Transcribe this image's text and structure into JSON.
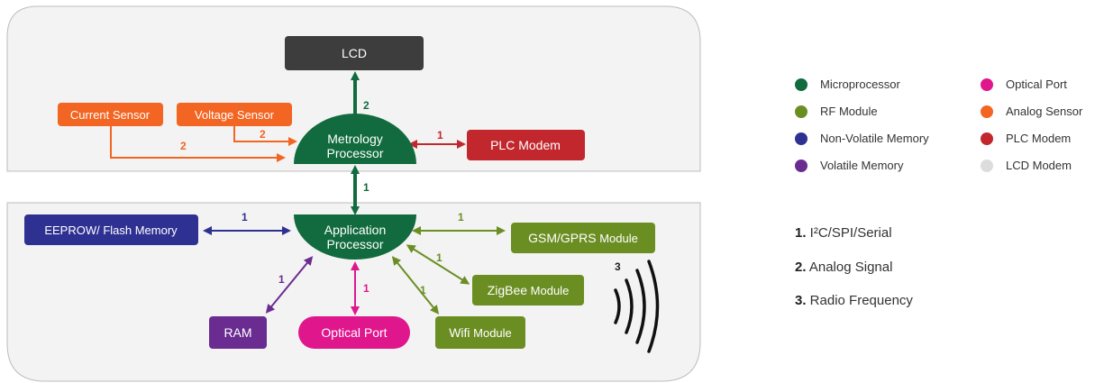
{
  "colors": {
    "microprocessor": "#116b3e",
    "rf": "#6b8e23",
    "nvm": "#2e3192",
    "volatile": "#6a2c91",
    "optical": "#e0168c",
    "analog": "#f26522",
    "plc": "#c1272d",
    "lcd": "#dcdcdc",
    "lcd_box": "#3d3d3d",
    "panel_fill": "#f3f3f3",
    "panel_stroke": "#bdbdbd"
  },
  "blocks": {
    "lcd": "LCD",
    "current_sensor": "Current Sensor",
    "voltage_sensor": "Voltage Sensor",
    "metrology_line1": "Metrology",
    "metrology_line2": "Processor",
    "plc_modem": "PLC Modem",
    "eeprom": "EEPROW/ Flash Memory",
    "app_line1": "Application",
    "app_line2": "Processor",
    "gsm_a": "GSM/GPRS",
    "gsm_b": " Module",
    "zigbee_a": "ZigBee",
    "zigbee_b": " Module",
    "wifi_a": "Wifi",
    "wifi_b": " Module",
    "ram": "RAM",
    "optical_port": "Optical Port"
  },
  "link_labels": {
    "lcd_link": "2",
    "current_link": "2",
    "voltage_link": "2",
    "plc_link": "1",
    "bus_link": "1",
    "eeprom_link": "1",
    "gsm_link": "1",
    "zigbee_link": "1",
    "wifi_link": "1",
    "ram_link": "1",
    "optical_link": "1",
    "radio_link": "3"
  },
  "legend": [
    {
      "label": "Microprocessor",
      "color": "#116b3e"
    },
    {
      "label": "RF Module",
      "color": "#6b8e23"
    },
    {
      "label": "Non-Volatile Memory",
      "color": "#2e3192"
    },
    {
      "label": "Volatile Memory",
      "color": "#6a2c91"
    },
    {
      "label": "Optical Port",
      "color": "#e0168c"
    },
    {
      "label": "Analog Sensor",
      "color": "#f26522"
    },
    {
      "label": "PLC Modem",
      "color": "#c1272d"
    },
    {
      "label": "LCD Modem",
      "color": "#dcdcdc"
    }
  ],
  "interfaces": [
    {
      "num": "1.",
      "text": " I²C/SPI/Serial"
    },
    {
      "num": "2.",
      "text": " Analog Signal"
    },
    {
      "num": "3.",
      "text": " Radio Frequency"
    }
  ]
}
